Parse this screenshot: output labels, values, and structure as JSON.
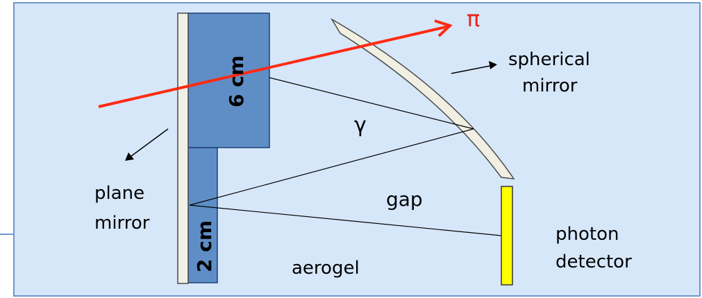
{
  "labels": {
    "pi": "π",
    "spherical": "spherical",
    "mirror_right": "mirror",
    "gamma": "γ",
    "plane": "plane",
    "mirror_left": "mirror",
    "gap": "gap",
    "photon": "photon",
    "detector": "detector",
    "aerogel": "aerogel",
    "thick_block": "6 cm",
    "thin_block": "2 cm"
  },
  "colors": {
    "background": "#d7e7fa",
    "frame": "#6f97c9",
    "aerogel_fill": "#5f8ec6",
    "aerogel_stroke": "#1f3f78",
    "plane_mirror": "#f2f0e6",
    "spherical_mirror": "#f0efe2",
    "pion_track": "#ff2a12",
    "detector": "#ffff00",
    "pi_label": "#e8251a"
  }
}
